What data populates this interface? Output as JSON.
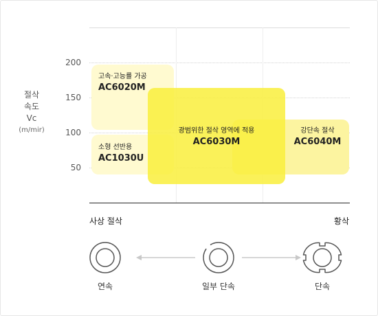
{
  "y_axis": {
    "title_lines": [
      "절삭",
      "속도",
      "Vc"
    ],
    "unit": "(m/mir)",
    "ticks": [
      "200",
      "150",
      "100",
      "50"
    ]
  },
  "zones": {
    "ac6020m": {
      "desc": "고속·고능률 가공",
      "grade": "AC6020M"
    },
    "ac1030u": {
      "desc": "소형 선반용",
      "grade": "AC1030U"
    },
    "ac6030m": {
      "desc": "광범위한 절삭 영역에 적용",
      "grade": "AC6030M"
    },
    "ac6040m": {
      "desc": "강단속 절삭",
      "grade": "AC6040M"
    }
  },
  "x_axis": {
    "left_label": "사상 절삭",
    "right_label": "황삭"
  },
  "cutting_modes": {
    "continuous": "연속",
    "partial": "일부 단속",
    "interrupted": "단속"
  },
  "colors": {
    "pale_yellow": "#fffad0",
    "bright_yellow": "#f9ef3c",
    "zone_ac6040m": "#fcf4a0",
    "arrow": "#c8c8c8",
    "ring": "#555555"
  }
}
